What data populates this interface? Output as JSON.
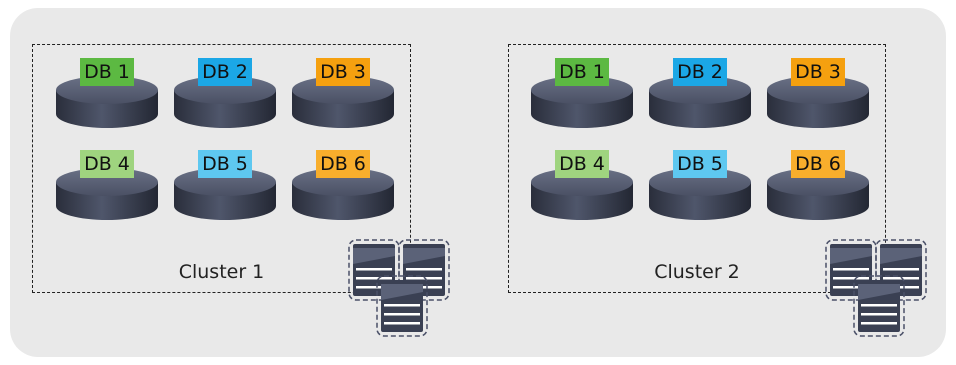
{
  "clusters": [
    {
      "label": "Cluster 1",
      "databases": [
        {
          "label": "DB 1",
          "color": "#5cb942"
        },
        {
          "label": "DB 2",
          "color": "#1ba7e6"
        },
        {
          "label": "DB 3",
          "color": "#f5a00f"
        },
        {
          "label": "DB 4",
          "color": "#9fd47f"
        },
        {
          "label": "DB 5",
          "color": "#5ec8f0"
        },
        {
          "label": "DB 6",
          "color": "#f8ae2c"
        }
      ]
    },
    {
      "label": "Cluster 2",
      "databases": [
        {
          "label": "DB 1",
          "color": "#5cb942"
        },
        {
          "label": "DB 2",
          "color": "#1ba7e6"
        },
        {
          "label": "DB 3",
          "color": "#f5a00f"
        },
        {
          "label": "DB 4",
          "color": "#9fd47f"
        },
        {
          "label": "DB 5",
          "color": "#5ec8f0"
        },
        {
          "label": "DB 6",
          "color": "#f8ae2c"
        }
      ]
    }
  ],
  "colors": {
    "background_panel": "#e9e9e9",
    "disk_body": "#3e4457",
    "server_body": "#3a4053"
  },
  "icons": {
    "database": "database-disk-icon",
    "server": "server-stack-icon"
  }
}
